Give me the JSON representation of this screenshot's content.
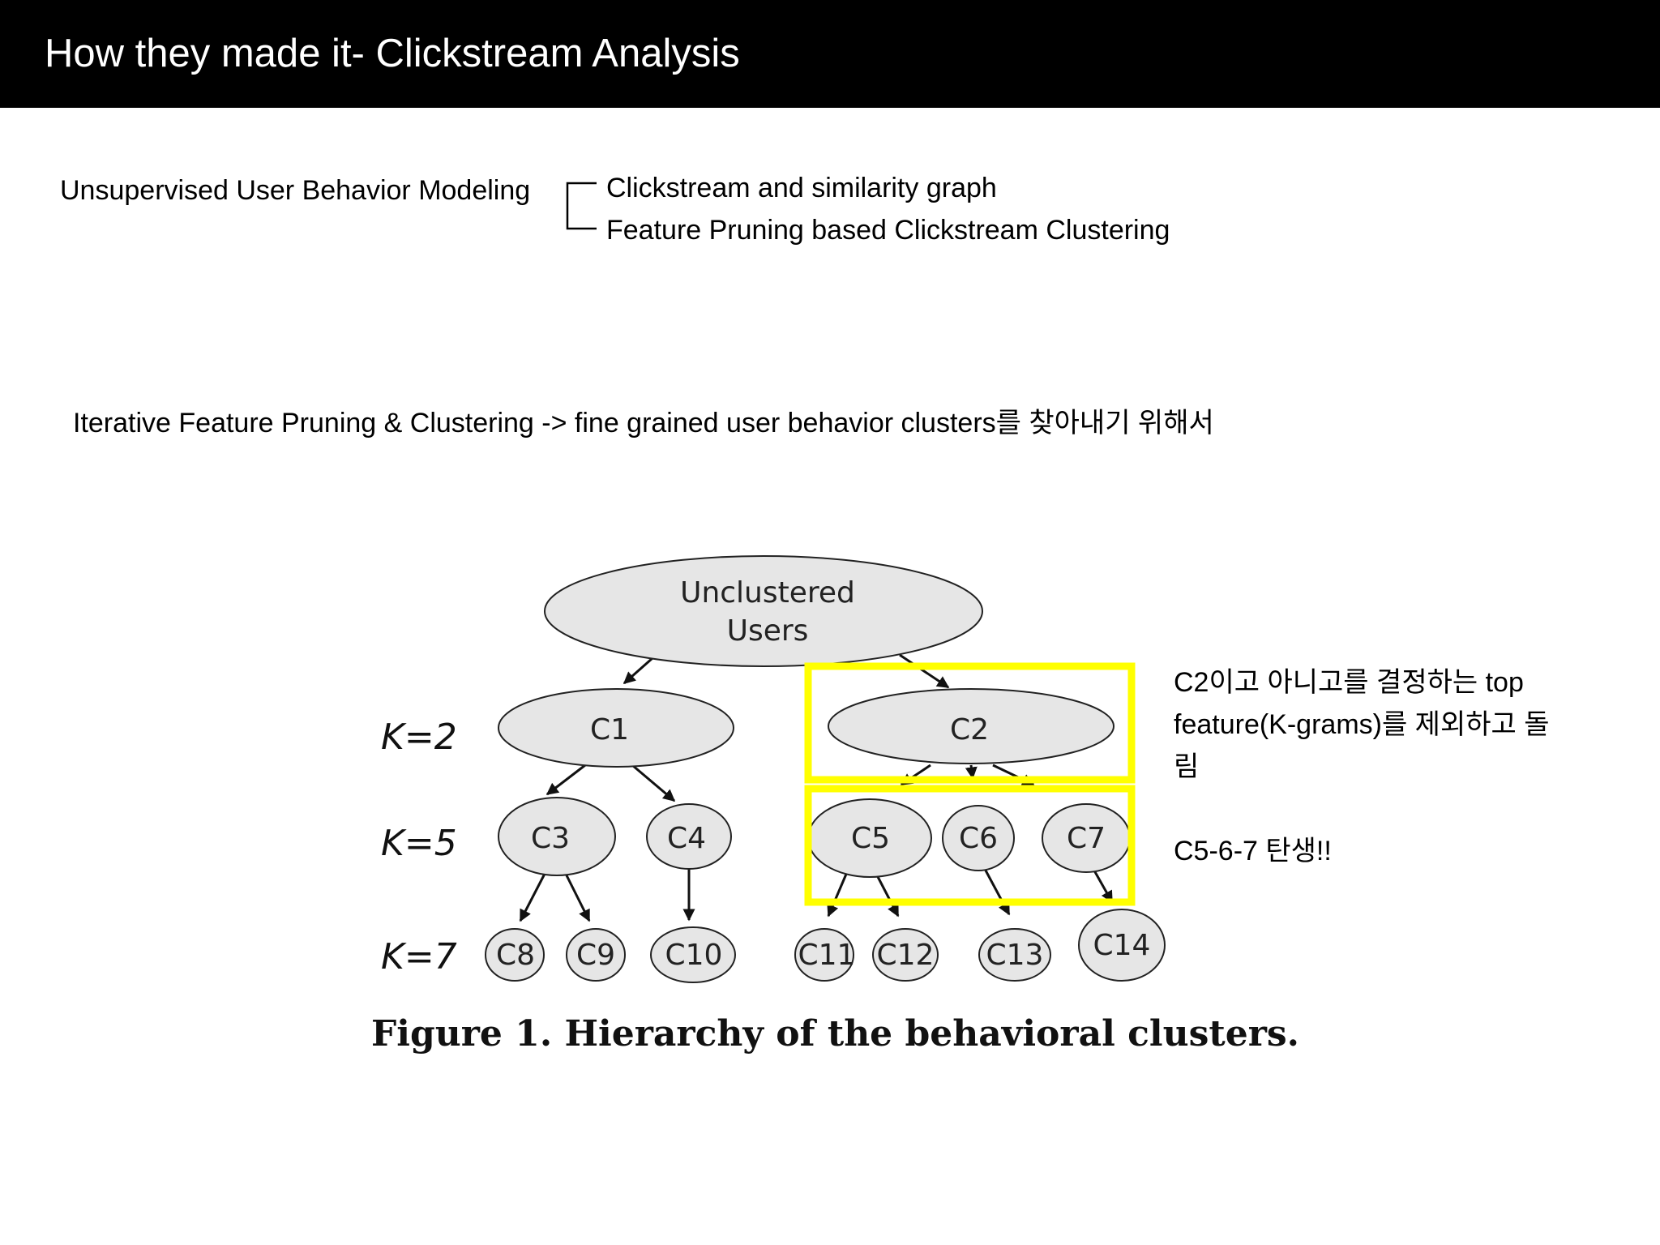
{
  "header": {
    "title": "How they made it- Clickstream Analysis"
  },
  "modeling": {
    "label": "Unsupervised User Behavior Modeling",
    "items": [
      "Clickstream and similarity graph",
      "Feature Pruning based Clickstream Clustering"
    ]
  },
  "pruning_text": "Iterative Feature Pruning & Clustering -> fine grained user behavior clusters를 찾아내기 위해서",
  "figure": {
    "root": [
      "Unclustered",
      "Users"
    ],
    "levels": [
      "K=2",
      "K=5",
      "K=7"
    ],
    "nodes": {
      "c1": "C1",
      "c2": "C2",
      "c3": "C3",
      "c4": "C4",
      "c5": "C5",
      "c6": "C6",
      "c7": "C7",
      "c8": "C8",
      "c9": "C9",
      "c10": "C10",
      "c11": "C11",
      "c12": "C12",
      "c13": "C13",
      "c14": "C14"
    },
    "caption": "Figure 1. Hierarchy of the behavioral clusters."
  },
  "annotation": {
    "line1": "C2이고 아니고를 결정하는 top",
    "line2": "feature(K-grams)를 제외하고 돌",
    "line3": "림",
    "line4": "C5-6-7 탄생!!"
  },
  "colors": {
    "highlight": "#ffff00",
    "node_fill": "#e6e6e6"
  }
}
